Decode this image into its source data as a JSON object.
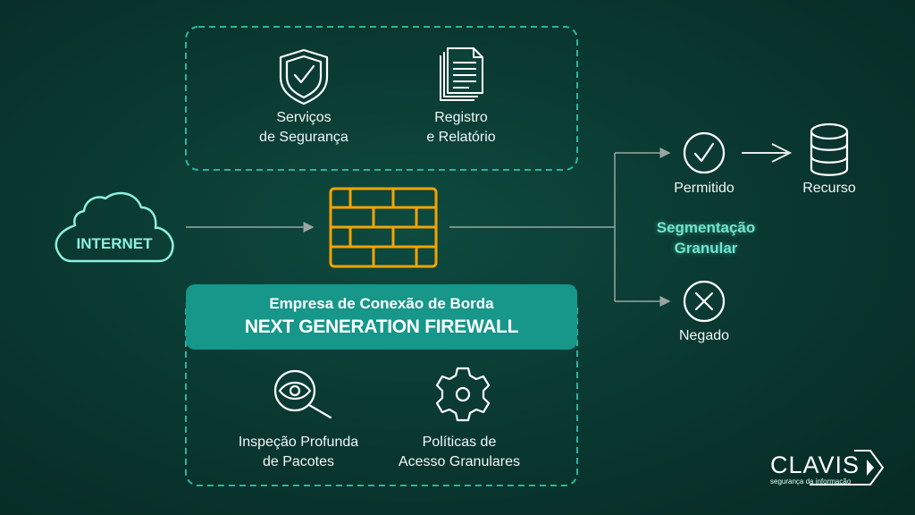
{
  "top_box": {
    "items": [
      {
        "icon": "shield-check-icon",
        "line1": "Serviços",
        "line2": "de Segurança"
      },
      {
        "icon": "document-stack-icon",
        "line1": "Registro",
        "line2": "e Relatório"
      }
    ]
  },
  "source": {
    "icon": "cloud-icon",
    "label": "INTERNET"
  },
  "firewall": {
    "icon": "brick-wall-icon"
  },
  "banner": {
    "subtitle": "Empresa de Conexão de Borda",
    "title": "NEXT GENERATION FIREWALL"
  },
  "bottom_box": {
    "items": [
      {
        "icon": "eye-magnifier-icon",
        "line1": "Inspeção Profunda",
        "line2": "de Pacotes"
      },
      {
        "icon": "gear-icon",
        "line1": "Políticas de",
        "line2": "Acesso Granulares"
      }
    ]
  },
  "outcomes": {
    "allowed": {
      "icon": "check-circle-icon",
      "label": "Permitido"
    },
    "denied": {
      "icon": "x-circle-icon",
      "label": "Negado"
    },
    "resource": {
      "icon": "database-icon",
      "label": "Recurso"
    },
    "segmentation": {
      "line1": "Segmentação",
      "line2": "Granular"
    }
  },
  "brand": {
    "name": "CLAVIS",
    "tagline": "segurança da informação"
  },
  "colors": {
    "accent": "#2bb5a0",
    "firewall": "#f5a300",
    "banner": "#16978a",
    "highlight": "#6fe6cf"
  }
}
